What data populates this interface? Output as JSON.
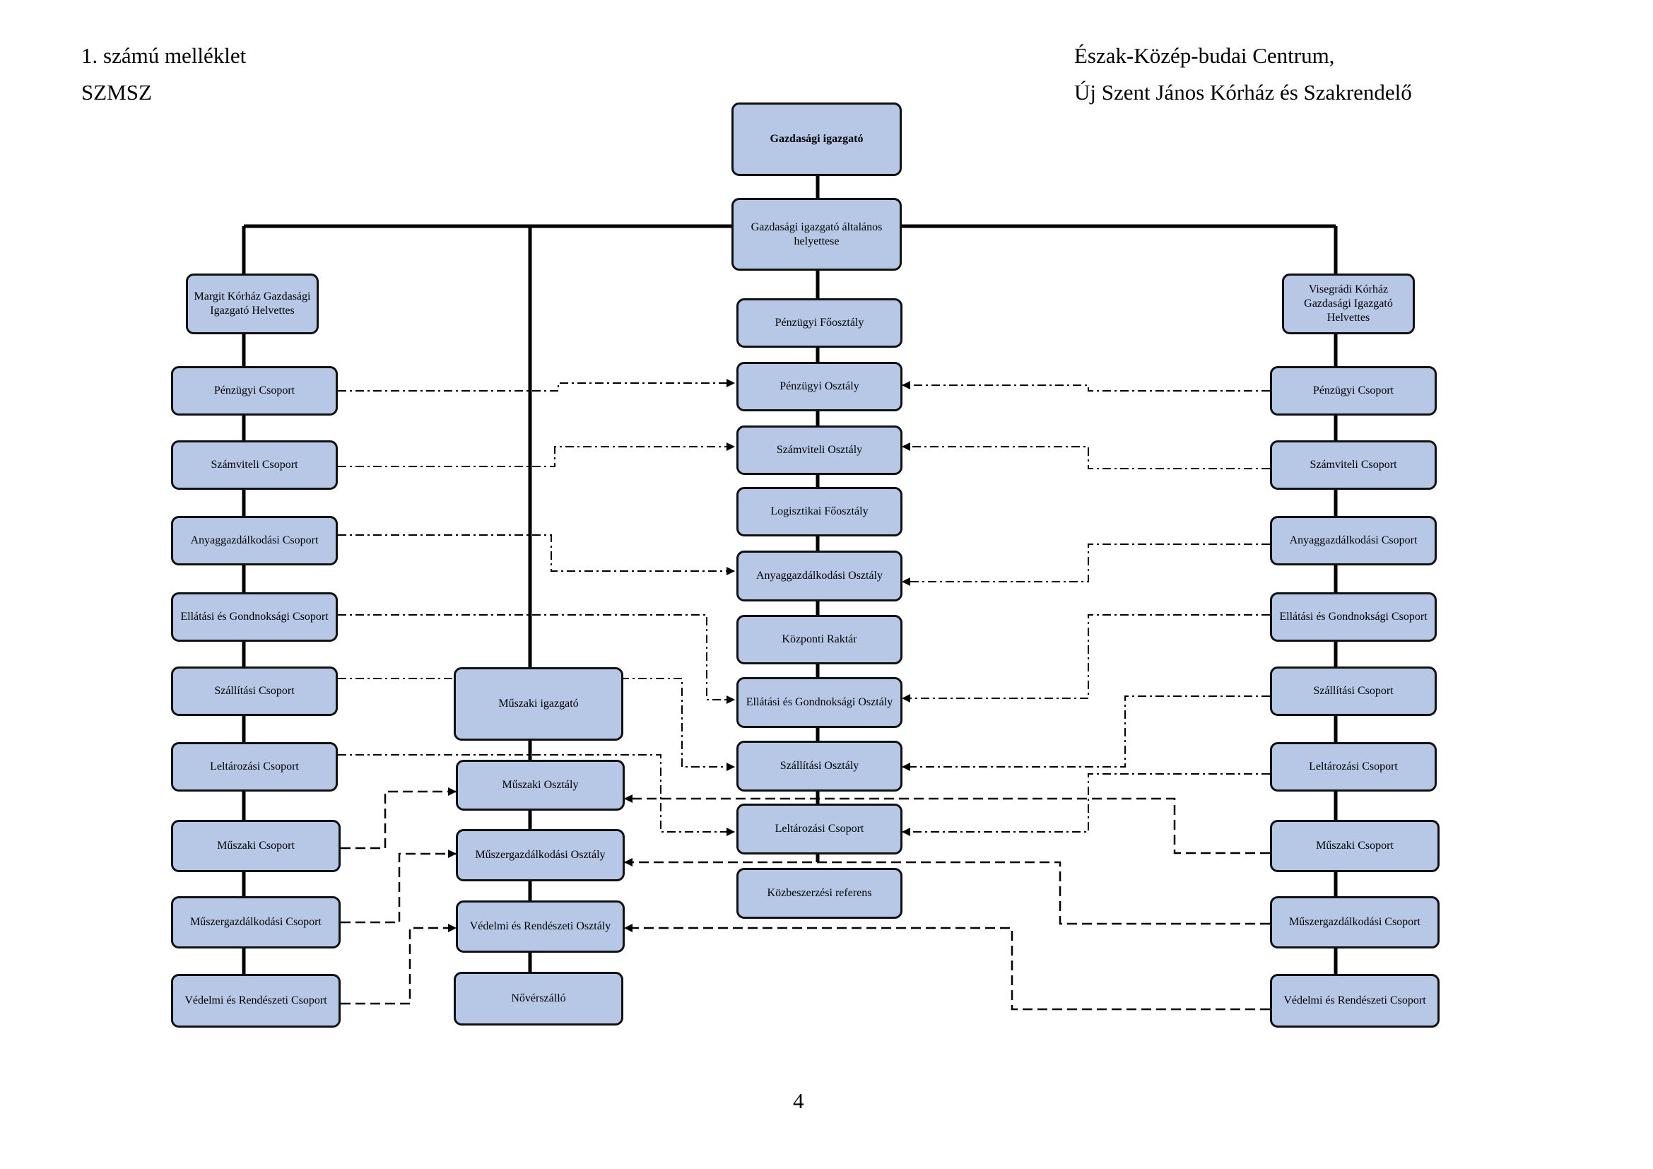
{
  "header": {
    "left_line1": "1. számú melléklet",
    "left_line2": "SZMSZ",
    "right_line1": "Észak-Közép-budai Centrum,",
    "right_line2": "Új Szent János Kórház és Szakrendelő"
  },
  "page_number": "4",
  "org": {
    "director": "Gazdasági igazgató",
    "deputy": "Gazdasági igazgató általános helyettese",
    "center": {
      "penzugyi_foosztaly": "Pénzügyi Főosztály",
      "penzugyi_osztaly": "Pénzügyi Osztály",
      "szamviteli_osztaly": "Számviteli Osztály",
      "logisztikai_foosztaly": "Logisztikai Főosztály",
      "anyaggazd_osztaly": "Anyaggazdálkodási Osztály",
      "kozponti_raktar": "Központi Raktár",
      "ellatasi_osztaly": "Ellátási és Gondnoksági Osztály",
      "szallitasi_osztaly": "Szállítási Osztály",
      "leltarozasi_csoport": "Leltározási Csoport",
      "kozbeszerzesi": "Közbeszerzési referens"
    },
    "left": {
      "head": "Margit Kórház Gazdasági Igazgató Helvettes",
      "penzugyi": "Pénzügyi Csoport",
      "szamviteli": "Számviteli Csoport",
      "anyag": "Anyaggazdálkodási Csoport",
      "ellatasi": "Ellátási és Gondnoksági Csoport",
      "szallitasi": "Szállítási Csoport",
      "leltar": "Leltározási Csoport",
      "muszaki": "Műszaki Csoport",
      "muszer": "Műszergazdálkodási Csoport",
      "vedelmi": "Védelmi és Rendészeti Csoport"
    },
    "technical": {
      "head": "Műszaki igazgató",
      "muszaki_osztaly": "Műszaki Osztály",
      "muszer_osztaly": "Műszergazdálkodási Osztály",
      "vedelmi_osztaly": "Védelmi és Rendészeti Osztály",
      "noverszallo": "Nővérszálló"
    },
    "right": {
      "head": "Visegrádi Kórház Gazdasági Igazgató Helvettes",
      "penzugyi": "Pénzügyi Csoport",
      "szamviteli": "Számviteli Csoport",
      "anyag": "Anyaggazdálkodási Csoport",
      "ellatasi": "Ellátási és Gondnoksági Csoport",
      "szallitasi": "Szállítási Csoport",
      "leltar": "Leltározási Csoport",
      "muszaki": "Műszaki Csoport",
      "muszer": "Műszergazdálkodási Csoport",
      "vedelmi": "Védelmi és Rendészeti Csoport"
    }
  }
}
